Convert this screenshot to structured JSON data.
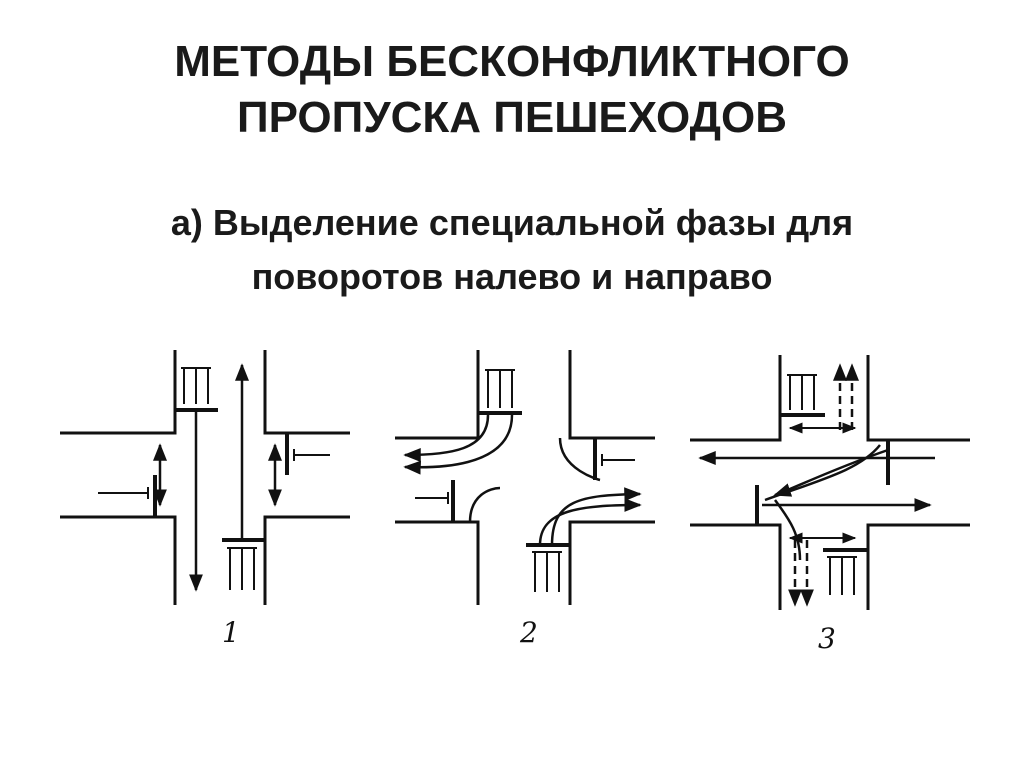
{
  "title": {
    "line1": "МЕТОДЫ БЕСКОНФЛИКТНОГО",
    "line2": "ПРОПУСКА ПЕШЕХОДОВ"
  },
  "subtitle": {
    "line1": "а) Выделение специальной фазы для",
    "line2": "поворотов налево и направо"
  },
  "diagrams": [
    {
      "label": "1"
    },
    {
      "label": "2"
    },
    {
      "label": "3"
    }
  ]
}
